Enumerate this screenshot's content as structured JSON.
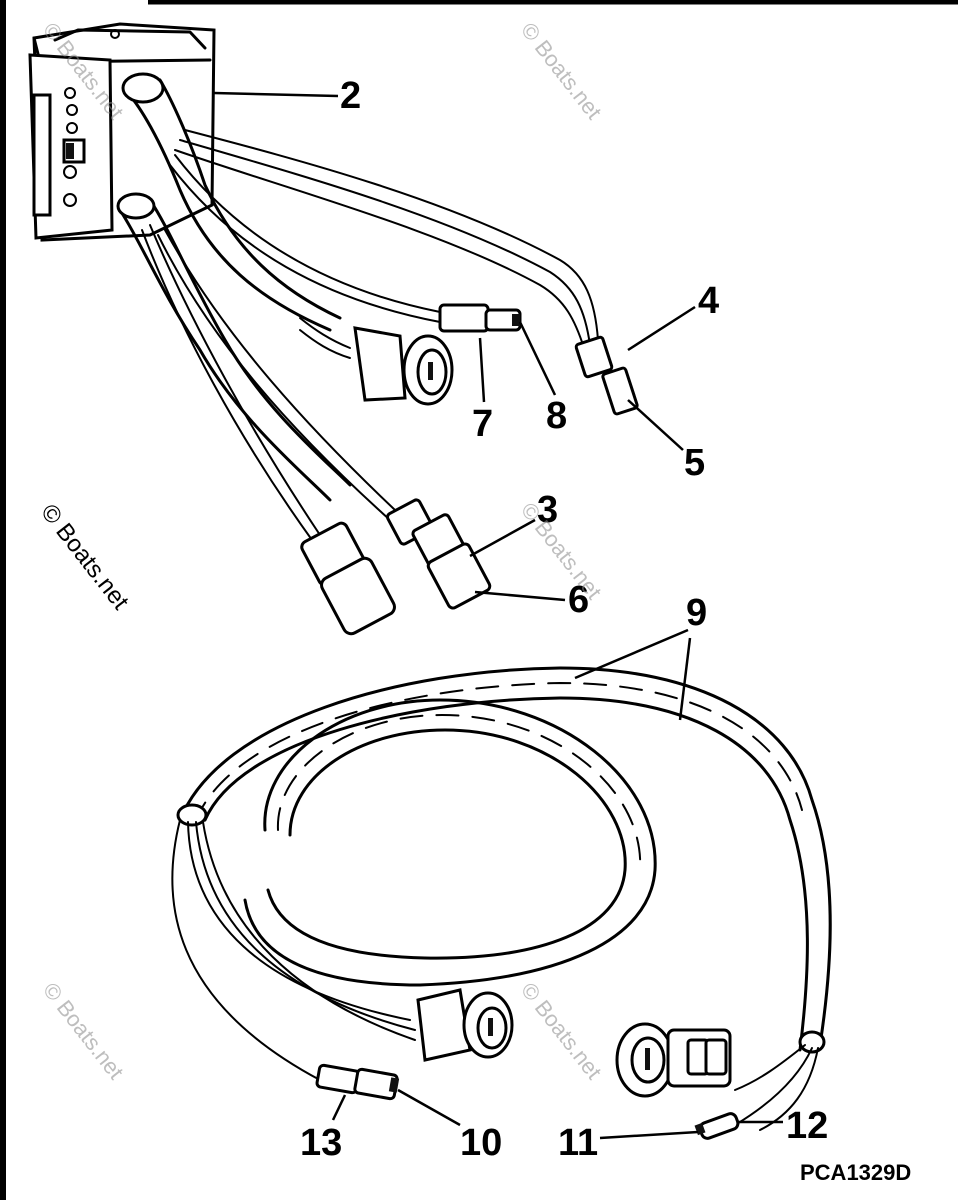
{
  "callouts": [
    "2",
    "3",
    "4",
    "5",
    "6",
    "7",
    "8",
    "9",
    "10",
    "11",
    "12",
    "13"
  ],
  "figure_code": "PCA1329D",
  "watermark": "© Boats.net",
  "icons": {
    "module": "power-pack-module-icon",
    "connector": "multi-pin-connector-icon",
    "bullet": "bullet-connector-icon"
  }
}
